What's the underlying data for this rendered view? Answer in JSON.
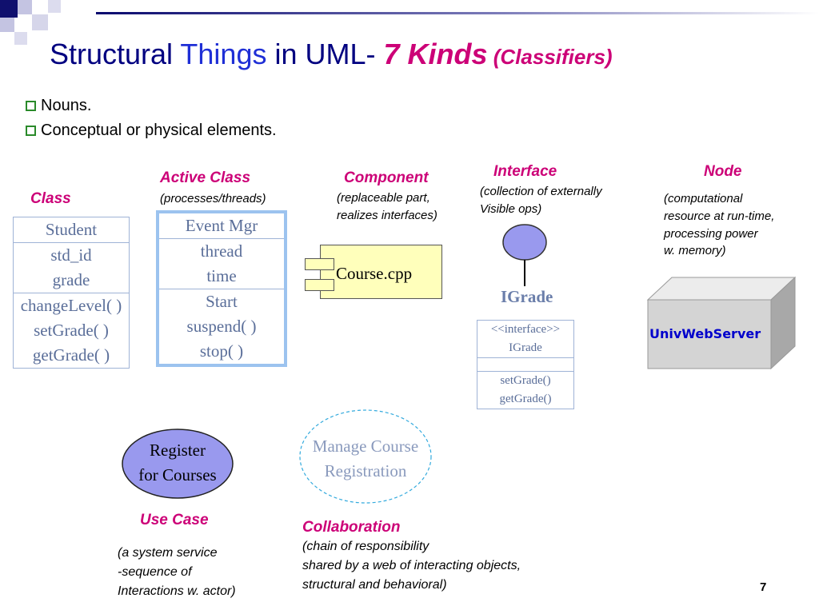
{
  "title": {
    "part1": "Structural ",
    "part2": "Things",
    "part3": " in UML- ",
    "part4": "7 Kinds",
    "part5": " (Classifiers)"
  },
  "bullets": [
    "Nouns.",
    "Conceptual or physical elements."
  ],
  "class_elem": {
    "label": "Class",
    "name": "Student",
    "attributes": [
      "std_id",
      "grade"
    ],
    "operations": [
      "changeLevel( )",
      "setGrade( )",
      "getGrade( )"
    ]
  },
  "active_class": {
    "label": "Active Class",
    "desc": "(processes/threads)",
    "name": "Event Mgr",
    "attributes": [
      "thread",
      "time"
    ],
    "operations": [
      "Start",
      "suspend( )",
      "stop( )"
    ]
  },
  "component": {
    "label": "Component",
    "desc": [
      "(replaceable part,",
      "realizes interfaces)"
    ],
    "name": "Course.cpp"
  },
  "interface": {
    "label": "Interface",
    "desc": [
      "(collection of externally",
      "Visible ops)"
    ],
    "name": "IGrade",
    "stereotype": "<<interface>>",
    "box_name": "IGrade",
    "operations": [
      "setGrade()",
      "getGrade()"
    ]
  },
  "node": {
    "label": "Node",
    "desc": [
      "(computational",
      "resource at run-time,",
      "processing power",
      "w. memory)"
    ],
    "name": "UnivWebServer"
  },
  "use_case": {
    "label": "Use Case",
    "desc": [
      "(a system service",
      "-sequence of",
      "Interactions w. actor)"
    ],
    "lines": [
      "Register",
      "for Courses"
    ]
  },
  "collaboration": {
    "label": "Collaboration",
    "desc": [
      "(chain of responsibility",
      "shared by a web of interacting objects,",
      "structural and behavioral)"
    ],
    "lines": [
      "Manage Course",
      "Registration"
    ]
  },
  "page_number": "7",
  "colors": {
    "title_navy": "#000080",
    "title_blue": "#1f2fd6",
    "accent_magenta": "#cc0077",
    "uml_text": "#5a6e99",
    "interface_fill": "#9999ee",
    "component_fill": "#ffffbb",
    "use_case_fill": "#9999ee",
    "collab_stroke": "#33aadd",
    "node_name": "#0000cc"
  }
}
